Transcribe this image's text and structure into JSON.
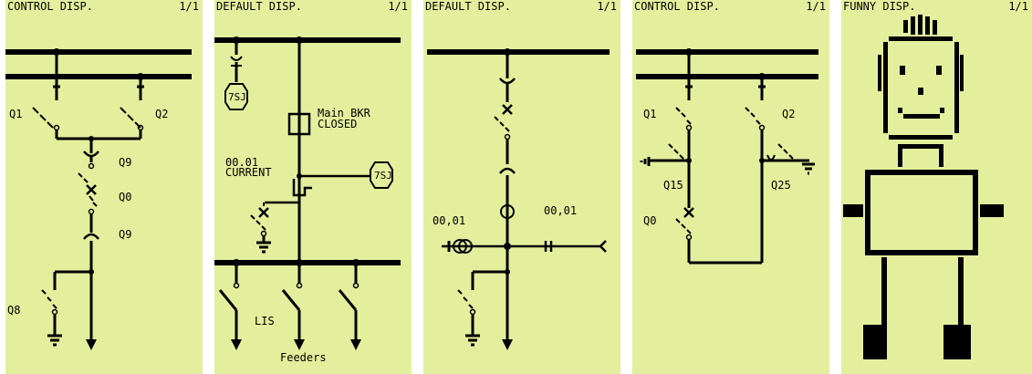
{
  "colors": {
    "panel_bg": "#e4ef9d",
    "ink": "#000000",
    "gap": "#ffffff"
  },
  "panels": [
    {
      "title": "CONTROL DISP.",
      "page": "1/1",
      "labels": {
        "q1": "Q1",
        "q2": "Q2",
        "q9a": "Q9",
        "q0": "Q0",
        "q9b": "Q9",
        "q8": "Q8"
      }
    },
    {
      "title": "DEFAULT DISP.",
      "page": "1/1",
      "labels": {
        "relay1": "7SJ",
        "breaker": "Main BKR",
        "state": "CLOSED",
        "value": "00.01",
        "measure": "CURRENT",
        "relay2": "7SJ",
        "lis": "LIS",
        "feeders": "Feeders"
      }
    },
    {
      "title": "DEFAULT DISP.",
      "page": "1/1",
      "labels": {
        "left_value": "00,01",
        "right_value": "00,01"
      }
    },
    {
      "title": "CONTROL DISP.",
      "page": "1/1",
      "labels": {
        "q1": "Q1",
        "q2": "Q2",
        "q15": "Q15",
        "q25": "Q25",
        "q0": "Q0"
      }
    },
    {
      "title": "FUNNY DISP.",
      "page": "1/1",
      "labels": {}
    }
  ]
}
